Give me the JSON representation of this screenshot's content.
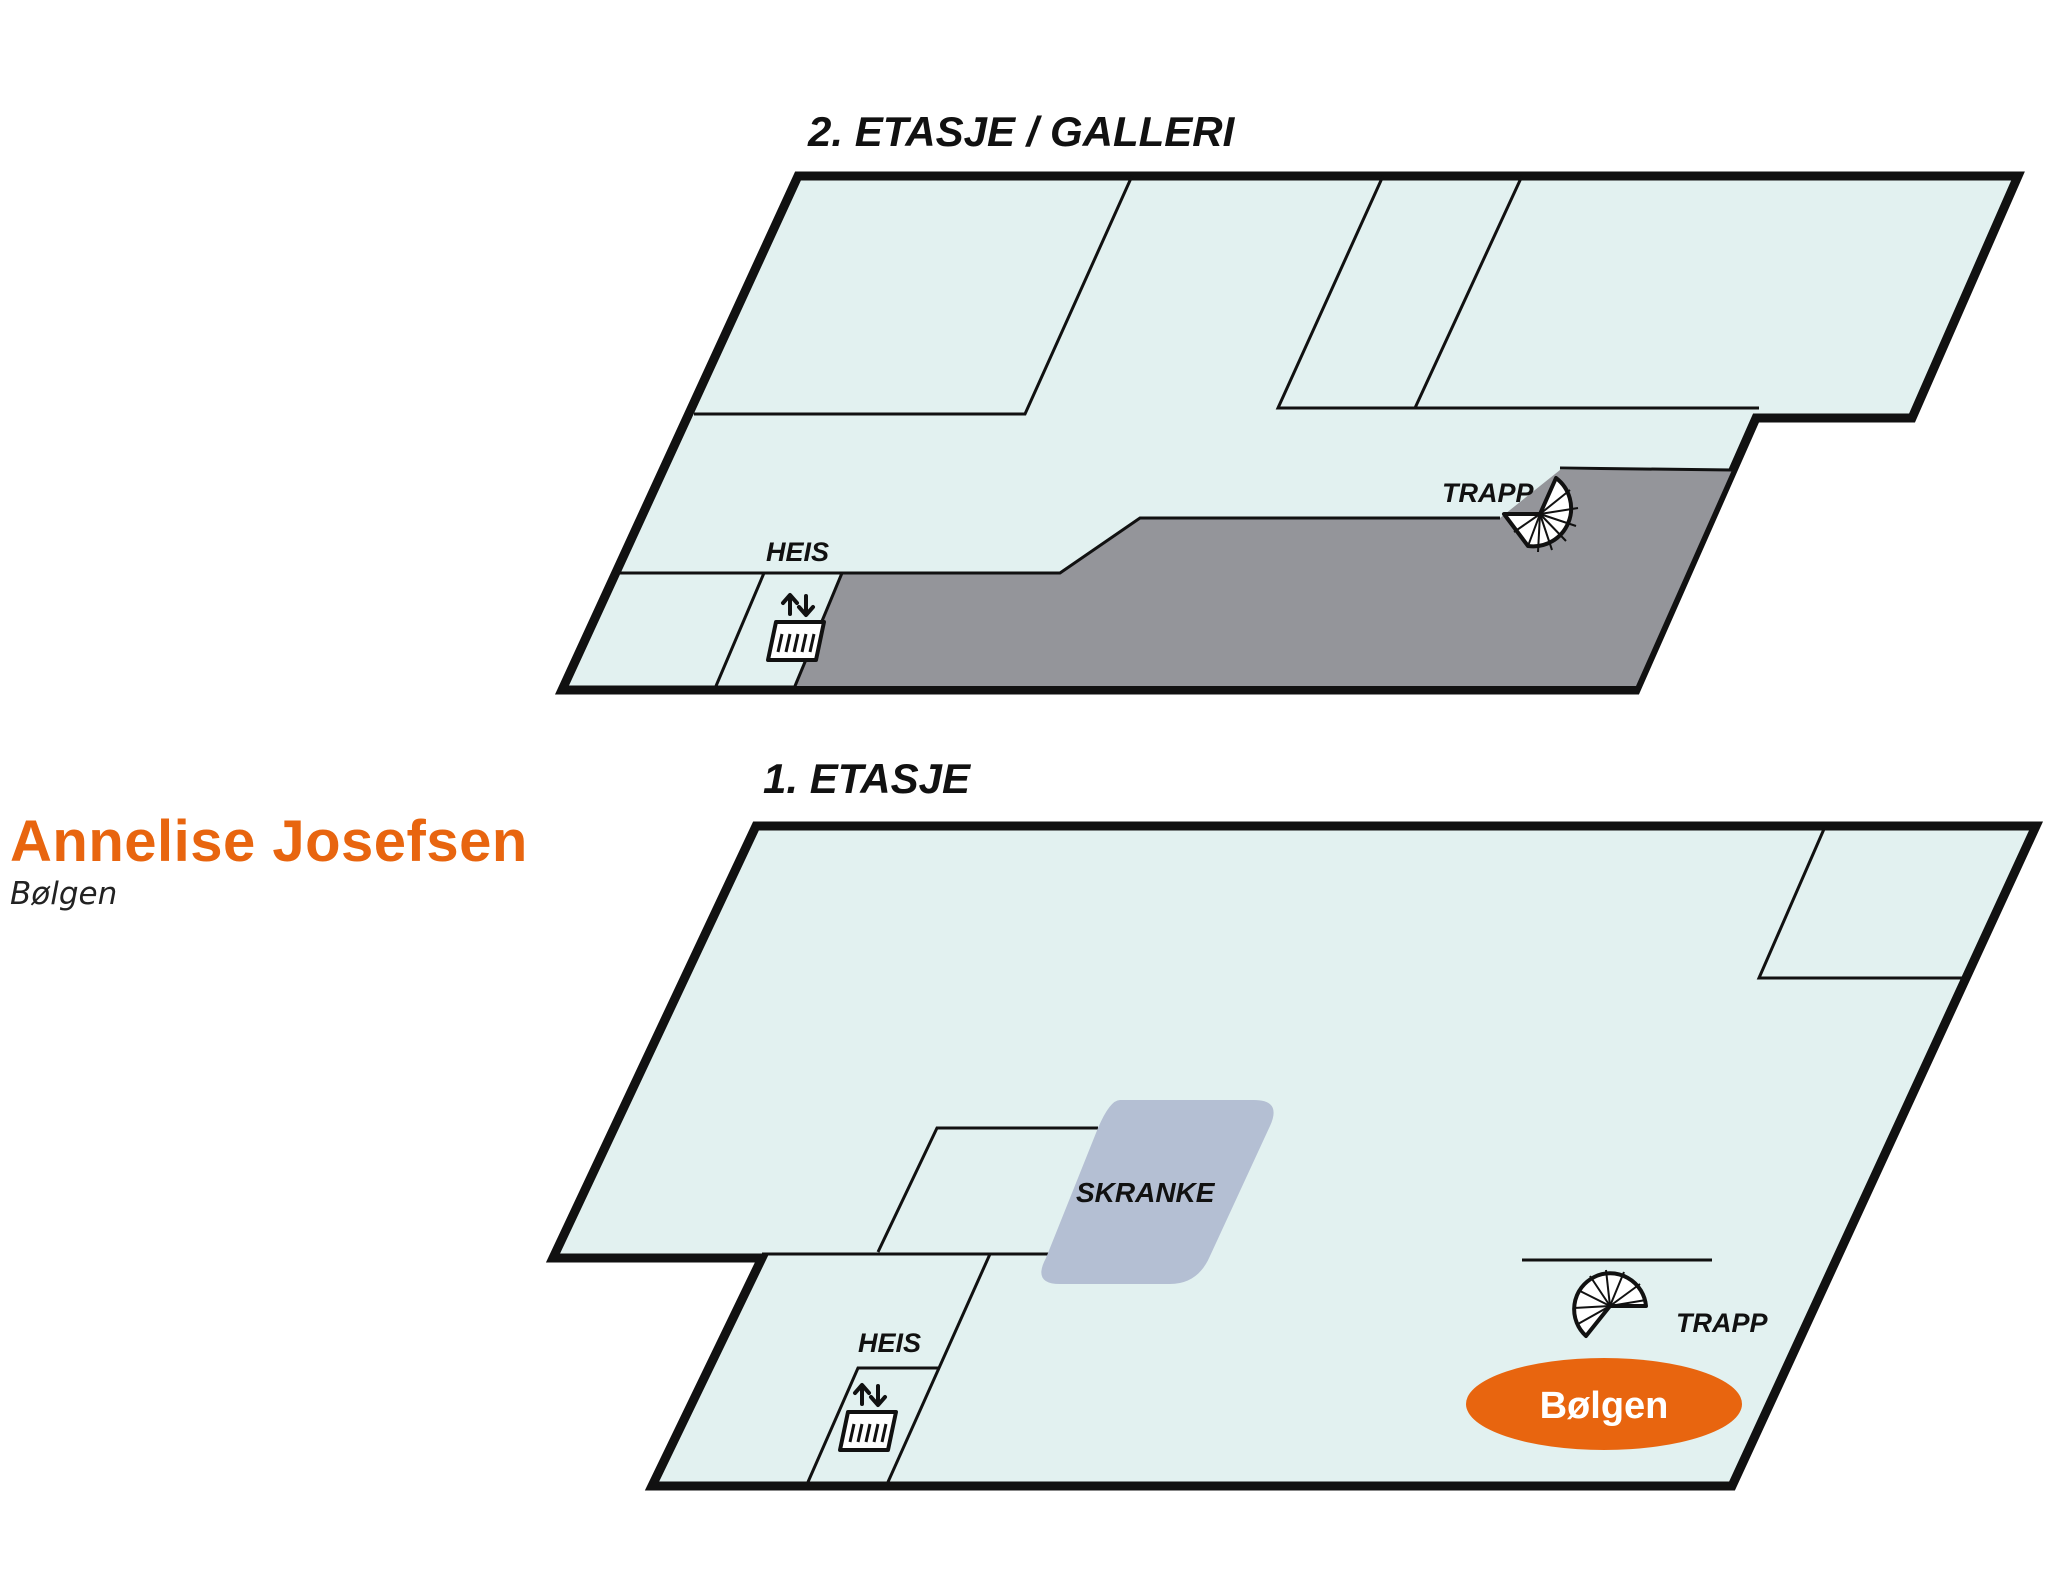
{
  "person": {
    "name": "Annelise Josefsen",
    "location": "Bølgen"
  },
  "floors": [
    {
      "label": "2. ETASJE / GALLERI",
      "rooms": {
        "elevator": "HEIS",
        "stairs": "TRAPP"
      }
    },
    {
      "label": "1. ETASJE",
      "rooms": {
        "elevator": "HEIS",
        "counter": "SKRANKE",
        "stairs": "TRAPP"
      }
    }
  ],
  "marker": {
    "label": "Bølgen"
  },
  "colors": {
    "accent": "#E8650F",
    "floor_fill": "#E2F1F0",
    "restricted_fill": "#94959A",
    "counter_fill": "#B4BFD3",
    "outline": "#111111"
  },
  "icons": {
    "elevator": "elevator-icon",
    "stairs": "spiral-stairs-icon"
  }
}
